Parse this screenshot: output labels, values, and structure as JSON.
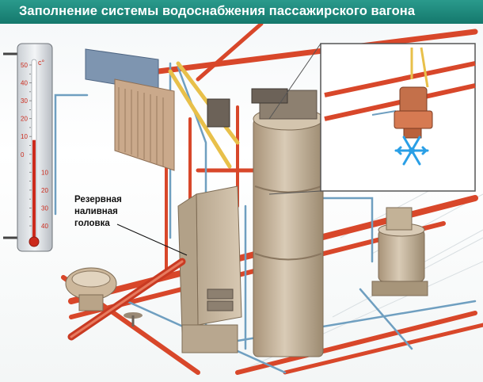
{
  "title": "Заполнение системы водоснабжения пассажирского вагона",
  "thermometer": {
    "unit_label": "c°",
    "upper_ticks": [
      "50",
      "40",
      "30",
      "20",
      "10",
      "0"
    ],
    "lower_ticks": [
      "10",
      "20",
      "30",
      "40"
    ],
    "level_celsius": 8
  },
  "callout": {
    "lines": [
      "Резервная",
      "наливная",
      "головка"
    ]
  },
  "colors": {
    "title_bar": "#14786c",
    "pipe_hot": "#d8472a",
    "pipe_cold": "#6f9fc0",
    "pipe_yellow": "#e8c04a",
    "equipment": "#c9b9a2",
    "frost": "#2a9fe6"
  },
  "icons": [
    "snowflake-icon"
  ]
}
